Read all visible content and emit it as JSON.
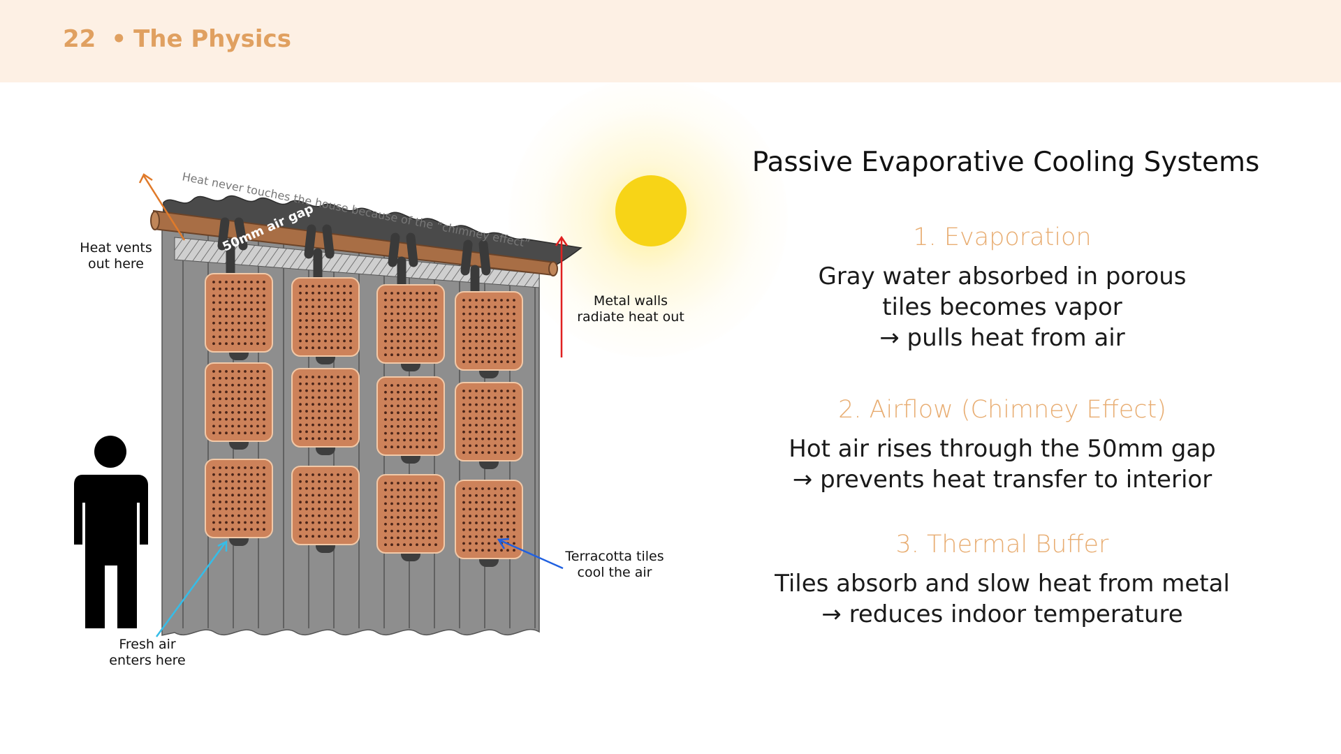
{
  "header": {
    "slide_number": "22",
    "separator": "•",
    "title": "The Physics"
  },
  "diagram": {
    "roof_caption": "Heat never touches the house because of the “chimney effect”",
    "gap_label": "50mm air gap",
    "heat_vents": [
      "Heat vents",
      "out here"
    ],
    "metal_walls": [
      "Metal walls",
      "radiate heat out"
    ],
    "terracotta": [
      "Terracotta tiles",
      "cool the air"
    ],
    "fresh_air": [
      "Fresh air",
      "enters here"
    ],
    "colors": {
      "tile": "#cd825a",
      "wall": "#8e8e8e",
      "roof": "#4a4a4a",
      "sun": "#f7d417",
      "heat_arrow": "#e07a2a",
      "rise_arrow": "#e02020",
      "fresh_arrow": "#35bde8",
      "tile_arrow": "#2060e0"
    }
  },
  "panel": {
    "title": "Passive Evaporative Cooling Systems",
    "sections": [
      {
        "heading": "1. Evaporation",
        "lines": [
          "Gray water absorbed in porous",
          "tiles becomes vapor",
          "→ pulls heat from air"
        ]
      },
      {
        "heading": "2. Airflow (Chimney Effect)",
        "lines": [
          "Hot air rises through the 50mm gap",
          "→ prevents heat transfer to interior"
        ]
      },
      {
        "heading": "3. Thermal Buffer",
        "lines": [
          "Tiles absorb and slow heat from metal",
          "→ reduces indoor temperature"
        ]
      }
    ]
  }
}
